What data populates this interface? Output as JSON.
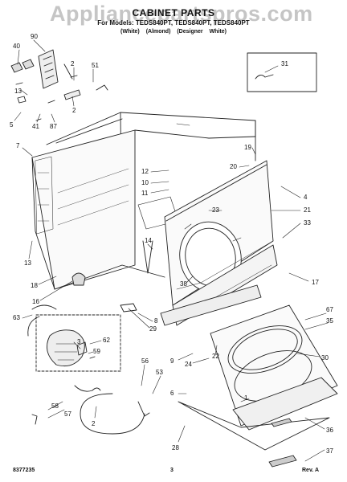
{
  "watermark": "Appliancepartspros.com",
  "header": {
    "title": "CABINET PARTS",
    "models": "For Models: TEDS840PT, TEDS840PT, TEDS840PT",
    "colors": "(White) (Almond) (Designer White)"
  },
  "footer": {
    "part_number": "8377235",
    "page_number": "3",
    "revision": "Rev. A"
  },
  "callouts": [
    "40",
    "90",
    "2",
    "51",
    "13",
    "5",
    "41",
    "87",
    "2",
    "7",
    "12",
    "10",
    "11",
    "19",
    "20",
    "31",
    "4",
    "21",
    "23",
    "33",
    "13",
    "14",
    "38",
    "17",
    "18",
    "16",
    "8",
    "29",
    "63",
    "62",
    "3",
    "59",
    "9",
    "22",
    "24",
    "30",
    "67",
    "35",
    "56",
    "53",
    "6",
    "58",
    "57",
    "2",
    "28",
    "1",
    "36",
    "37"
  ]
}
